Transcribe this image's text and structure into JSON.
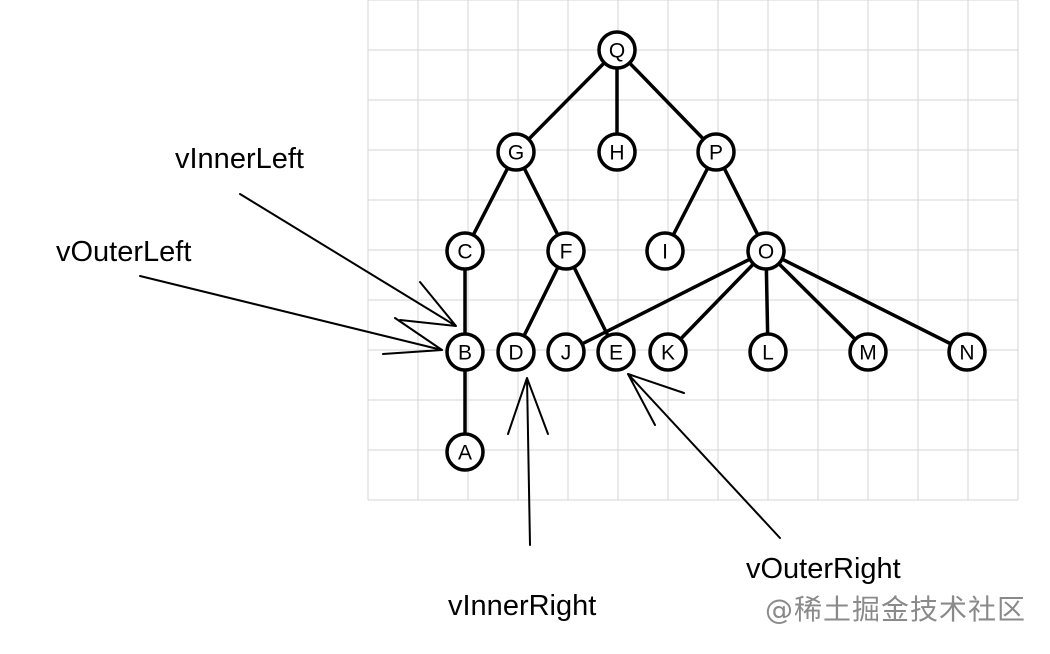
{
  "tree": {
    "nodes": [
      "Q",
      "G",
      "H",
      "P",
      "C",
      "F",
      "I",
      "O",
      "B",
      "D",
      "J",
      "E",
      "K",
      "L",
      "M",
      "N",
      "A"
    ],
    "edges": [
      [
        "Q",
        "G"
      ],
      [
        "Q",
        "H"
      ],
      [
        "Q",
        "P"
      ],
      [
        "G",
        "C"
      ],
      [
        "G",
        "F"
      ],
      [
        "P",
        "I"
      ],
      [
        "P",
        "O"
      ],
      [
        "C",
        "B"
      ],
      [
        "B",
        "A"
      ],
      [
        "F",
        "D"
      ],
      [
        "F",
        "E"
      ],
      [
        "O",
        "J"
      ],
      [
        "O",
        "K"
      ],
      [
        "O",
        "L"
      ],
      [
        "O",
        "M"
      ],
      [
        "O",
        "N"
      ]
    ]
  },
  "annotations": {
    "v_inner_left": "vInnerLeft",
    "v_outer_left": "vOuterLeft",
    "v_inner_right": "vInnerRight",
    "v_outer_right": "vOuterRight"
  },
  "watermark": "@稀土掘金技术社区"
}
